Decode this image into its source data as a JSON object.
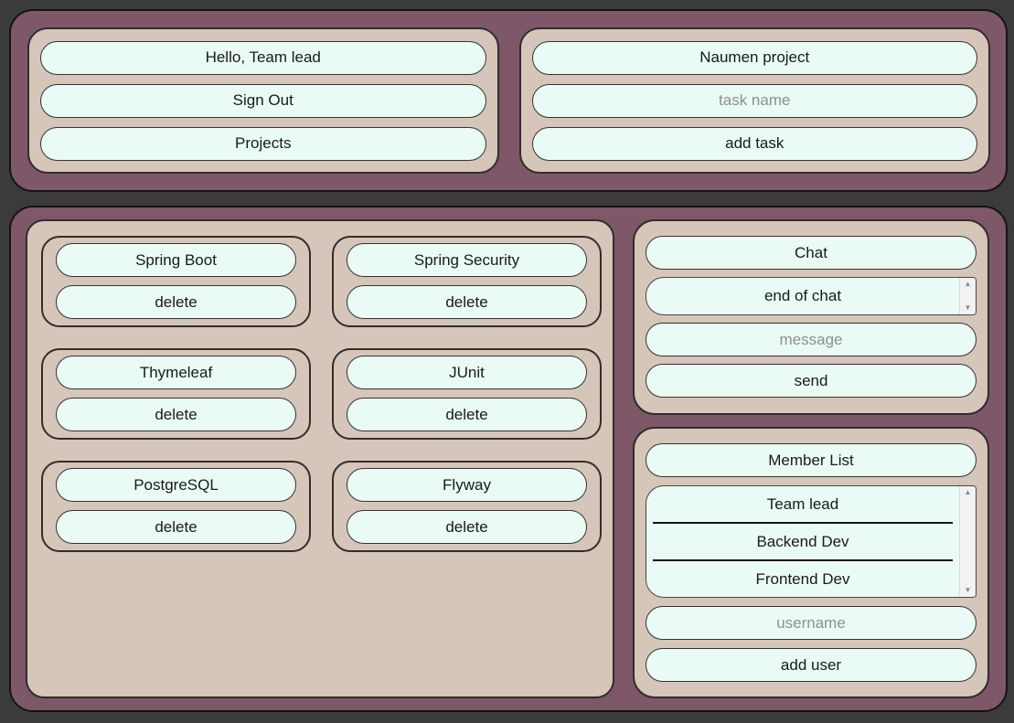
{
  "colors": {
    "page_background": "#3b3b3b",
    "panel_purple": "#7e5769",
    "panel_tan": "#d6c5b9",
    "pill_mint": "#eafaf4",
    "placeholder_gray": "#8f8f8f"
  },
  "header": {
    "user_panel": {
      "greeting": "Hello, Team lead",
      "sign_out_label": "Sign Out",
      "projects_label": "Projects"
    },
    "project_panel": {
      "project_title": "Naumen project",
      "task_name_placeholder": "task name",
      "add_task_label": "add task"
    }
  },
  "tasks": {
    "delete_label": "delete",
    "items": [
      {
        "name": "Spring Boot"
      },
      {
        "name": "Spring Security"
      },
      {
        "name": "Thymeleaf"
      },
      {
        "name": "JUnit"
      },
      {
        "name": "PostgreSQL"
      },
      {
        "name": "Flyway"
      }
    ]
  },
  "chat": {
    "title": "Chat",
    "end_marker": "end of chat",
    "message_placeholder": "message",
    "send_label": "send"
  },
  "members": {
    "title": "Member List",
    "items": [
      "Team lead",
      "Backend Dev",
      "Frontend Dev"
    ],
    "username_placeholder": "username",
    "add_user_label": "add user"
  },
  "icons": {
    "scroll_up": "▲",
    "scroll_down": "▼"
  }
}
